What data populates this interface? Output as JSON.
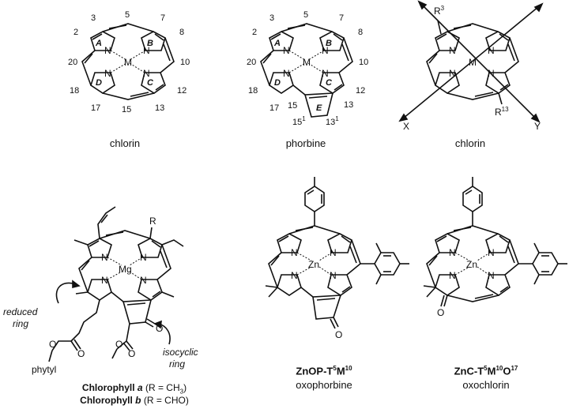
{
  "panel1": {
    "numbers": [
      "2",
      "3",
      "5",
      "7",
      "8",
      "10",
      "12",
      "13",
      "15",
      "17",
      "18",
      "20"
    ],
    "rings": [
      "A",
      "B",
      "C",
      "D"
    ],
    "metal": "M",
    "name": "chlorin"
  },
  "panel2": {
    "numbers": [
      "2",
      "3",
      "5",
      "7",
      "8",
      "10",
      "12",
      "13",
      "15",
      "17",
      "18",
      "20"
    ],
    "extra_labels": [
      "15",
      "1",
      "13",
      "1"
    ],
    "rings": [
      "A",
      "B",
      "C",
      "D",
      "E"
    ],
    "metal": "M",
    "name": "phorbine"
  },
  "panel3": {
    "substituents": [
      "R",
      "3",
      "R",
      "13"
    ],
    "axes": [
      "X",
      "Y"
    ],
    "metal": "M",
    "name": "chlorin"
  },
  "panel4": {
    "metal": "Mg",
    "substituent": "R",
    "annotations": [
      "reduced",
      "ring",
      "isocyclic",
      "ring"
    ],
    "phytyl": "phytyl",
    "oxygen": "O",
    "caption": [
      "Chlorophyll ",
      "a",
      " (R = CH",
      "3",
      ")",
      "Chlorophyll ",
      "b",
      " (R = CHO)"
    ]
  },
  "panel5": {
    "metal": "Zn",
    "oxygen": "O",
    "code": [
      "ZnOP-T",
      "5",
      "M",
      "10"
    ],
    "name": "oxophorbine"
  },
  "panel6": {
    "metal": "Zn",
    "oxygen": "O",
    "code": [
      "ZnC-T",
      "5",
      "M",
      "10",
      "O",
      "17"
    ],
    "name": "oxochlorin"
  },
  "atoms": {
    "N": "N"
  }
}
